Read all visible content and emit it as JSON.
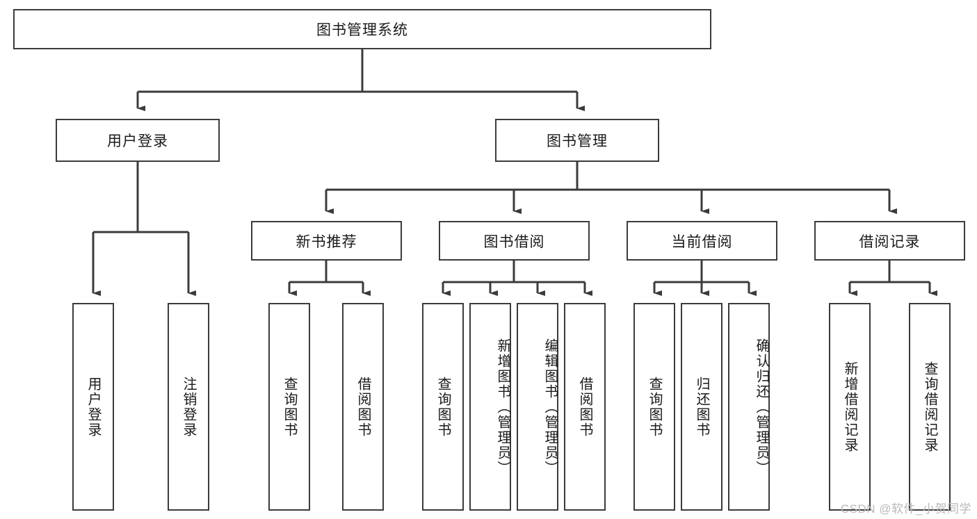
{
  "diagram": {
    "title": "图书管理系统",
    "type": "tree-hierarchy",
    "colors": {
      "box_border": "#3b3b3b",
      "box_fill": "#ffffff",
      "edge": "#3b3b3b",
      "text": "#1a1a1a",
      "watermark": "#b9b9b9"
    },
    "levels": {
      "root": {
        "label": "图书管理系统"
      },
      "level2": [
        {
          "id": "user-login",
          "label": "用户登录"
        },
        {
          "id": "book-management",
          "label": "图书管理"
        }
      ],
      "level3": [
        {
          "id": "new-book-recommend",
          "label": "新书推荐",
          "parent": "book-management"
        },
        {
          "id": "book-borrow",
          "label": "图书借阅",
          "parent": "book-management"
        },
        {
          "id": "current-borrow",
          "label": "当前借阅",
          "parent": "book-management"
        },
        {
          "id": "borrow-record",
          "label": "借阅记录",
          "parent": "book-management"
        }
      ],
      "leaves": [
        {
          "id": "leaf-user-login",
          "label": "用户登录",
          "parent": "user-login"
        },
        {
          "id": "leaf-logout-login",
          "label": "注销登录",
          "parent": "user-login"
        },
        {
          "id": "leaf-query-book-1",
          "label": "查询图书",
          "parent": "new-book-recommend"
        },
        {
          "id": "leaf-borrow-book-1",
          "label": "借阅图书",
          "parent": "new-book-recommend"
        },
        {
          "id": "leaf-query-book-2",
          "label": "查询图书",
          "parent": "book-borrow"
        },
        {
          "id": "leaf-add-book",
          "label": "新增图书（管理员）",
          "parent": "book-borrow"
        },
        {
          "id": "leaf-edit-book",
          "label": "编辑图书（管理员）",
          "parent": "book-borrow"
        },
        {
          "id": "leaf-borrow-book-2",
          "label": "借阅图书",
          "parent": "book-borrow"
        },
        {
          "id": "leaf-query-book-3",
          "label": "查询图书",
          "parent": "current-borrow"
        },
        {
          "id": "leaf-return-book",
          "label": "归还图书",
          "parent": "current-borrow"
        },
        {
          "id": "leaf-confirm-return",
          "label": "确认归还（管理员）",
          "parent": "current-borrow"
        },
        {
          "id": "leaf-add-record",
          "label": "新增借阅记录",
          "parent": "borrow-record"
        },
        {
          "id": "leaf-query-record",
          "label": "查询借阅记录",
          "parent": "borrow-record"
        }
      ]
    },
    "watermark": "CSDN @软件_小贺同学"
  }
}
